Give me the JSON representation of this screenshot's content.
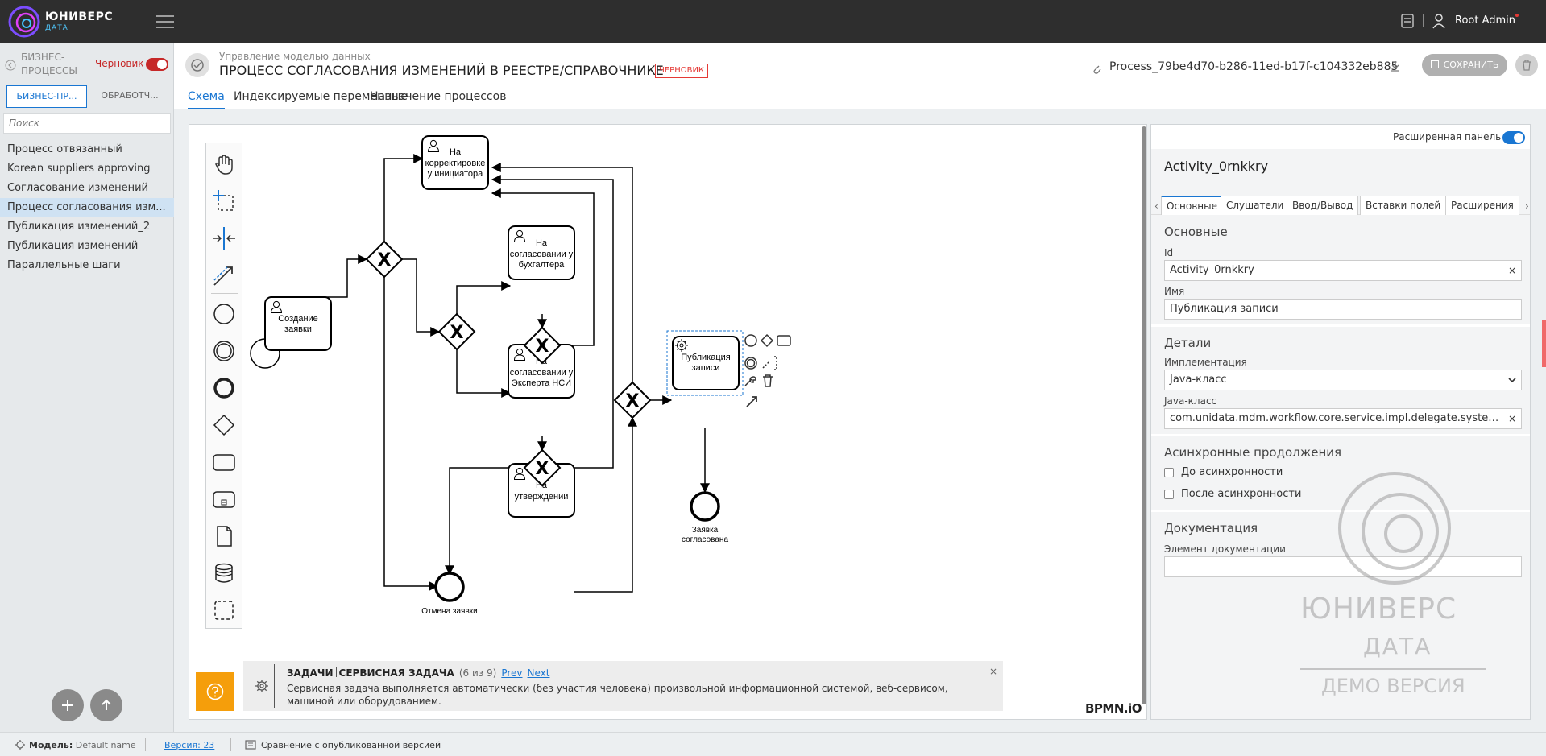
{
  "app": {
    "brand": "ЮНИВЕРС",
    "brand_sub": "ДАТА",
    "user": "Root Admin",
    "colors": {
      "accent": "#1976d2",
      "draft": "#c62828",
      "help": "#f59e0b",
      "topbar": "#2e2e2e"
    }
  },
  "sidebar": {
    "title": "БИЗНЕС-ПРОЦЕССЫ",
    "draft_label": "Черновик",
    "draft_on": true,
    "tabs": [
      {
        "label": "БИЗНЕС-ПР..."
      },
      {
        "label": "ОБРАБОТЧ..."
      }
    ],
    "search_placeholder": "Поиск",
    "items": [
      {
        "label": "Процесс отвязанный"
      },
      {
        "label": "Korean suppliers approving"
      },
      {
        "label": "Согласование изменений"
      },
      {
        "label": "Процесс согласования изм..."
      },
      {
        "label": "Публикация изменений_2"
      },
      {
        "label": "Публикация изменений"
      },
      {
        "label": "Параллельные шаги"
      }
    ],
    "selected_index": 3
  },
  "header": {
    "breadcrumb": "Управление моделью данных",
    "title": "ПРОЦЕСС СОГЛАСОВАНИЯ ИЗМЕНЕНИЙ В РЕЕСТРЕ/СПРАВОЧНИКЕ",
    "badge": "ЧЕРНОВИК",
    "process_id": "Process_79be4d70-b286-11ed-b17f-c104332eb885",
    "save_label": "СОХРАНИТЬ",
    "tabs": [
      {
        "label": "Схема"
      },
      {
        "label": "Индексируемые переменные"
      },
      {
        "label": "Назначение процессов"
      }
    ]
  },
  "diagram": {
    "tasks": {
      "create": [
        "Создание",
        "заявки"
      ],
      "correction": [
        "На",
        "корректировке",
        "у инициатора"
      ],
      "accountant": [
        "На",
        "согласовании у",
        "бухгалтера"
      ],
      "expert": [
        "На",
        "согласовании у",
        "Эксперта НСИ"
      ],
      "approval": [
        "На",
        "утверждении"
      ],
      "publish": [
        "Публикация",
        "записи"
      ]
    },
    "events": {
      "cancel": [
        "Отмена заявки"
      ],
      "approved": [
        "Заявка",
        "согласована"
      ]
    },
    "gateway_mark": "X",
    "watermark": "BPMN.iO"
  },
  "tip": {
    "category": "ЗАДАЧИ",
    "topic": "СЕРВИСНАЯ ЗАДАЧА",
    "counter": "(6 из 9)",
    "prev": "Prev",
    "next": "Next",
    "text": "Сервисная задача выполняется автоматически (без участия человека) произвольной информационной системой, веб-сервисом, машиной или оборудованием.",
    "close": "×"
  },
  "panel": {
    "extended_label": "Расширенная панель",
    "extended_on": true,
    "element_id": "Activity_0rnkkry",
    "tabs": [
      {
        "label": "Основные"
      },
      {
        "label": "Слушатели"
      },
      {
        "label": "Ввод/Вывод"
      },
      {
        "label": "Вставки полей"
      },
      {
        "label": "Расширения"
      }
    ],
    "sections": {
      "basic": "Основные",
      "details": "Детали",
      "async": "Асинхронные продолжения",
      "docs": "Документация"
    },
    "fields": {
      "id_label": "Id",
      "id_value": "Activity_0rnkkry",
      "name_label": "Имя",
      "name_value": "Публикация  записи",
      "impl_label": "Имплементация",
      "impl_value": "Java-класс",
      "class_label": "Java-класс",
      "class_value": "com.unidata.mdm.workflow.core.service.impl.delegate.system.PublishRecordDelegate",
      "before_async": "До асинхронности",
      "after_async": "После асинхронности",
      "doc_label": "Элемент документации"
    }
  },
  "watermark": {
    "name": "ЮНИВЕРС",
    "sub": "ДАТА",
    "demo": "ДЕМО ВЕРСИЯ"
  },
  "status": {
    "model_label": "Модель:",
    "model_value": "Default name",
    "version": "Версия: 23",
    "compare": "Сравнение с опубликованной версией"
  }
}
